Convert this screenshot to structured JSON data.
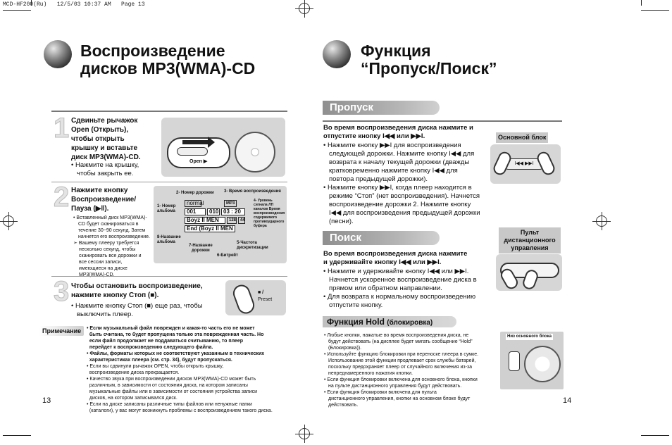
{
  "print_header": "MCD-HF200(Ru)   12/5/03 10:37 AM   Page 13",
  "left": {
    "title_line1": "Воспроизведение",
    "title_line2": "дисков MP3(WMA)-CD",
    "step1": {
      "num": "1",
      "lines": [
        "Сдвиньте рычажок",
        "Open (Открыть),",
        "чтобы открыть",
        "крышку и вставьте",
        "диск MP3(WMA)-CD."
      ],
      "bullet_lines": [
        "Нажмите на крышку,",
        "чтобы закрыть ее."
      ],
      "open_label": "Open ▶"
    },
    "step2": {
      "num": "2",
      "lines": [
        "Нажмите кнопку",
        "Воспроизведение/",
        "Пауза (▶‖)."
      ],
      "bullet_lines": [
        "Вставленный диск MP3(WMA)-",
        "CD будет сканироваться в",
        "течение 30~90 секунд. Затем",
        "начнется его воспроизведение."
      ],
      "arrow_lines": [
        "Вашему плееру требуется",
        "несколько секунд, чтобы",
        "сканировать все дорожки и",
        "все сессии записи,",
        "имеющиеся на диске",
        "MP3(WMA)-CD."
      ],
      "diagram": {
        "lbl_track": "2- Номер дорожки",
        "lbl_time": "3- Время воспроизведения",
        "lbl_album_num_1": "1- Номер",
        "lbl_album_num_2": "альбома",
        "lbl_level": [
          "4- Уровень",
          "сигнала ЛП",
          "каналов Время",
          "воспроизведения",
          "содержимого",
          "противоударного",
          "буфера"
        ],
        "lbl_album_name_1": "8-Название",
        "lbl_album_name_2": "альбома",
        "lbl_track_name_1": "7-Название",
        "lbl_track_name_2": "дорожки",
        "lbl_bitrate": "6-Битрейт",
        "lbl_freq_1": "5-Частота",
        "lbl_freq_2": "дискретизации",
        "lcd_normal": "normal",
        "lcd_mp3": "MP3",
        "lcd_001": "001",
        "lcd_010": "010",
        "lcd_time": "03 : 20",
        "lcd_row1": "Boyz II MEN",
        "lcd_row2": "End (Boyz II MEN",
        "lcd_128": "128",
        "lcd_44": "44"
      }
    },
    "step3": {
      "num": "3",
      "lines": [
        "Чтобы остановить воспроизведение,",
        "нажмите кнопку Стоп (■)."
      ],
      "bullet_lines": [
        "Нажмите кнопку Стоп (■) еще раз, чтобы",
        "выключить плеер."
      ],
      "stop_label": "■ /",
      "preset_label": "Preset"
    },
    "note_label": "Примечание",
    "notes": [
      {
        "bold": true,
        "lines": [
          "Если музыкальный файл поврежден и какая-то часть его не может",
          "быть считана, то будет пропущена только эта поврежденная часть. Но",
          "если файл продолжает не поддаваться считыванию, то плеер",
          "перейдет к воспроизведению следующего файла."
        ]
      },
      {
        "bold": true,
        "lines": [
          "Файлы, форматы которых не соответствуют указанным в технических",
          "характеристиках плеера (см. стр. 34), будут пропускаться."
        ]
      },
      {
        "bold": false,
        "lines": [
          "Если вы сдвинули рычажок OPEN, чтобы открыть крышку,",
          "воспроизведение диска прекращается."
        ]
      },
      {
        "bold": false,
        "lines": [
          "Качество звука при воспроизведении дисков MP3(WMA)-CD может быть",
          "различным, в зависимости от состояния диска, на котором записаны",
          "музыкальные файлы или в зависимости от состояния устройства записи",
          "дисков, на котором записывался диск."
        ]
      },
      {
        "bold": false,
        "lines": [
          "Если на диске записаны различные типы файлов или ненужные папки",
          "(каталоги), у вас могут возникнуть проблемы с воспроизведением такого диска."
        ]
      }
    ],
    "page_number": "13"
  },
  "right": {
    "title_line1": "Функция",
    "title_line2": "“Пропуск/Поиск”",
    "skip_heading": "Пропуск",
    "skip_lead": [
      "Во время воспроизведения диска нажмите и",
      "отпустите кнопку I◀◀ или ▶▶I."
    ],
    "skip_bullets": [
      [
        "Нажмите кнопку ▶▶I для воспроизведения",
        "следующей дорожки. Нажмите кнопку I◀◀ для",
        "возврата к началу текущей дорожки (дважды",
        "кратковременно нажмите кнопку I◀◀ для",
        "повтора предыдущей дорожки)."
      ],
      [
        "Нажмите кнопку ▶▶I, когда плеер находится в",
        "режиме “Стоп” (нет воспроизведения). Начнется",
        "воспроизведение дорожки 2. Нажмите кнопку",
        "I◀◀ для воспроизведения предыдущей дорожки",
        "(песни)."
      ]
    ],
    "main_unit_label": "Основной блок",
    "search_heading": "Поиск",
    "search_lead": [
      "Во время воспроизведения диска нажмите",
      "и удерживайте кнопку I◀◀ или ▶▶I."
    ],
    "search_bullets": [
      [
        "Нажмите и удерживайте кнопку I◀◀ или ▶▶I.",
        "Начнется ускоренное воспроизведение диска в",
        "прямом или обратном направлении."
      ],
      [
        "Для возврата к нормальному воспроизведению",
        "отпустите кнопку."
      ]
    ],
    "remote_label": [
      "Пульт",
      "дистанционного",
      "управления"
    ],
    "hold_heading": "Функция Hold",
    "hold_heading_small": "(блокировка)",
    "hold_bullets": [
      [
        "Любые кнопки, нажатые во время воспроизведения диска, не",
        "будут действовать (на дисплее будет мигать сообщение “Hold”",
        "(Блокировка))."
      ],
      [
        "Используйте функцию блокировки при переноске плеера в сумке.",
        "Использование этой функции продлевает срок службы батарей,",
        "поскольку предохраняет плеер от случайного включения из-за",
        "непреднамеренного нажатия кнопки."
      ],
      [
        "Если функция блокировки включена для основного блока, кнопки",
        "на пульте дистанционного управления будут действовать."
      ],
      [
        "Если функция блокировки включена для пульта",
        "дистанционного управления, кнопки на основном блоке будут",
        "действовать."
      ]
    ],
    "bottom_unit_label": "Низ основного блока",
    "page_number": "14"
  }
}
